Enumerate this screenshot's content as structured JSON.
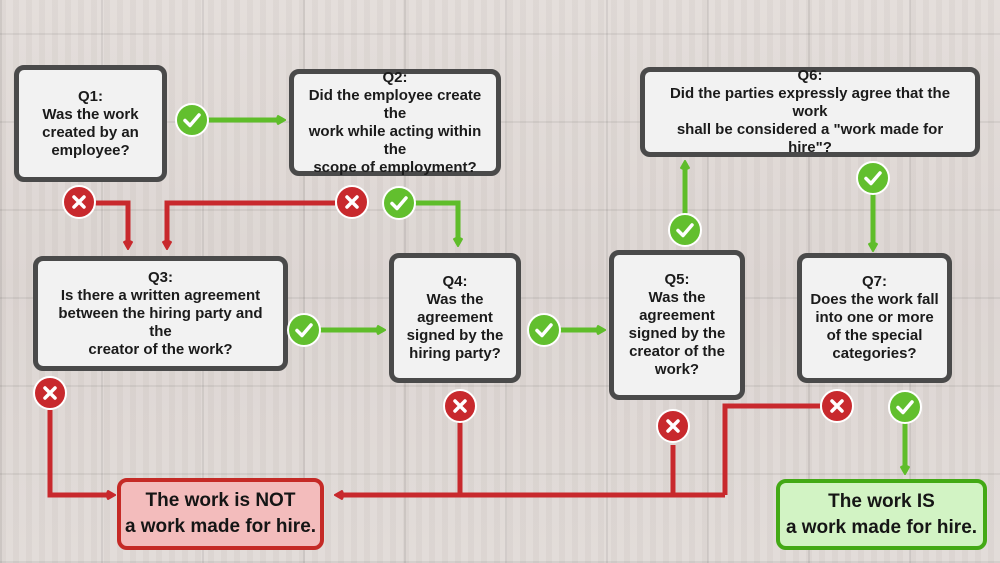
{
  "colors": {
    "yes": "#62bf2e",
    "no": "#c8292d",
    "yes_line": "#5fbd2a",
    "no_line": "#c8292d",
    "box_border": "#4a4a4a",
    "box_fill": "#f2f2f2",
    "not_fill": "#f3bcbc",
    "is_fill": "#d2f3c4"
  },
  "questions": {
    "q1": {
      "id": "Q1:",
      "text": "Was the work\ncreated by an\nemployee?"
    },
    "q2": {
      "id": "Q2:",
      "text": "Did the employee create the\nwork while acting within the\nscope of employment?"
    },
    "q3": {
      "id": "Q3:",
      "text": "Is there a written agreement\nbetween the hiring party and the\ncreator of the work?"
    },
    "q4": {
      "id": "Q4:",
      "text": "Was the\nagreement\nsigned by the\nhiring party?"
    },
    "q5": {
      "id": "Q5:",
      "text": "Was the\nagreement\nsigned by the\ncreator of the\nwork?"
    },
    "q6": {
      "id": "Q6:",
      "text": "Did the parties expressly agree that the work\nshall be considered a \"work made for hire\"?"
    },
    "q7": {
      "id": "Q7:",
      "text": "Does the work fall\ninto one or more\nof the special\ncategories?"
    }
  },
  "results": {
    "not_hire": "The work is NOT\na work made for hire.",
    "is_hire": "The work IS\na work made for hire."
  },
  "icons": {
    "yes": "check-icon",
    "no": "x-icon"
  }
}
